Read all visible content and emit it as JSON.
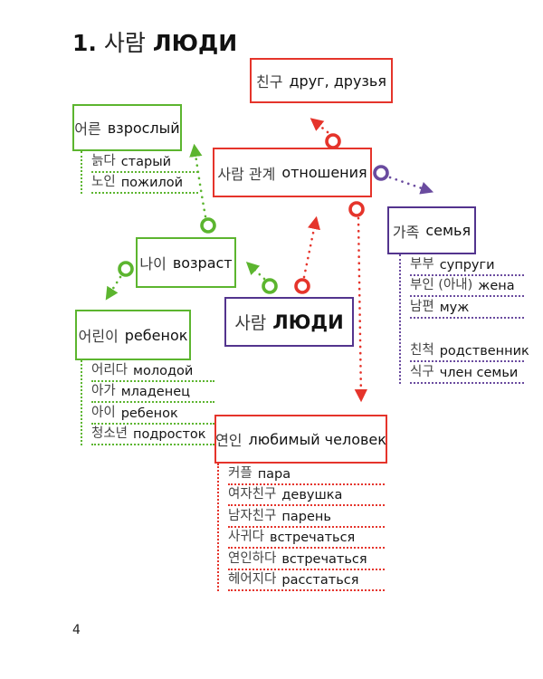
{
  "title": {
    "number": "1.",
    "ko": "사람",
    "ru": "ЛЮДИ"
  },
  "page_number": "4",
  "colors": {
    "red": "#e5342b",
    "green": "#5cb52f",
    "purple": "#53348e",
    "purple_dots": "#6a4b9f"
  },
  "nodes": {
    "friend": {
      "ko": "친구",
      "ru": "друг, друзья"
    },
    "adult": {
      "ko": "어른",
      "ru": "взрослый"
    },
    "relations": {
      "ko": "사람 관계",
      "ru": "отношения"
    },
    "family": {
      "ko": "가족",
      "ru": "семья"
    },
    "age": {
      "ko": "나이",
      "ru": "возраст"
    },
    "people": {
      "ko": "사람",
      "ru": "ЛЮДИ"
    },
    "child": {
      "ko": "어린이",
      "ru": "ребенок"
    },
    "lover": {
      "ko": "연인",
      "ru": "любимый человек"
    }
  },
  "lists": {
    "adult": [
      {
        "ko": "늙다",
        "ru": "старый"
      },
      {
        "ko": "노인",
        "ru": "пожилой"
      }
    ],
    "family": [
      {
        "ko": "부부",
        "ru": "супруги"
      },
      {
        "ko": "부인 (아내)",
        "ru": "жена"
      },
      {
        "ko": "남편",
        "ru": "муж"
      },
      {
        "ko": "친척",
        "ru": "родственник"
      },
      {
        "ko": "식구",
        "ru": "член семьи"
      }
    ],
    "child": [
      {
        "ko": "어리다",
        "ru": "молодой"
      },
      {
        "ko": "아가",
        "ru": "младенец"
      },
      {
        "ko": "아이",
        "ru": "ребенок"
      },
      {
        "ko": "청소년",
        "ru": "подросток"
      }
    ],
    "lover": [
      {
        "ko": "커플",
        "ru": "пара"
      },
      {
        "ko": "여자친구",
        "ru": "девушка"
      },
      {
        "ko": "남자친구",
        "ru": "парень"
      },
      {
        "ko": "사귀다",
        "ru": "встречаться"
      },
      {
        "ko": "연인하다",
        "ru": "встречаться"
      },
      {
        "ko": "헤어지다",
        "ru": "расстаться"
      }
    ]
  },
  "edges": [
    {
      "from": "relations",
      "to": "friend",
      "color": "red"
    },
    {
      "from": "relations",
      "to": "family",
      "color": "purple"
    },
    {
      "from": "people",
      "to": "relations",
      "color": "red"
    },
    {
      "from": "relations",
      "to": "lover",
      "color": "red"
    },
    {
      "from": "people",
      "to": "age",
      "color": "green"
    },
    {
      "from": "age",
      "to": "adult",
      "color": "green"
    },
    {
      "from": "age",
      "to": "child",
      "color": "green"
    }
  ]
}
